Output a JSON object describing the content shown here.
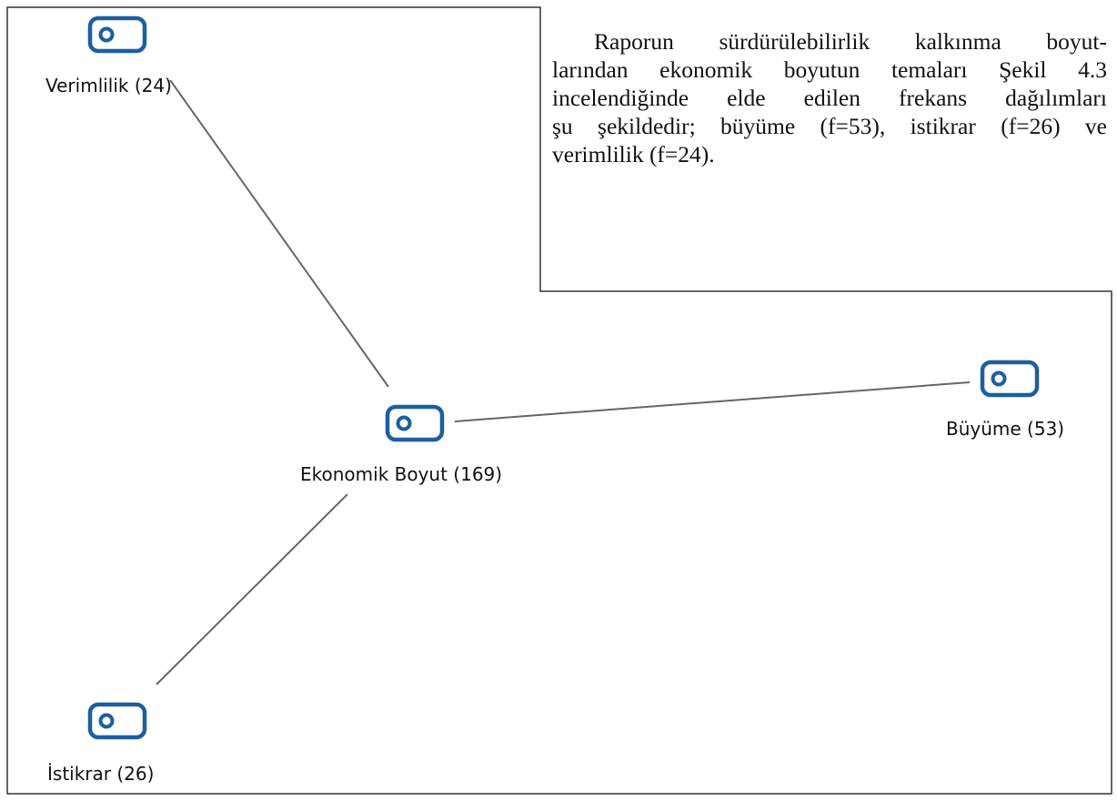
{
  "paragraph": {
    "lines": [
      "Raporun sürdürülebilirlik kalkınma boyut-",
      "larından ekonomik boyutun temaları Şekil 4.3",
      "incelendiğinde elde edilen frekans dağılımları",
      "şu şekildedir; büyüme (f=53), istikrar (f=26) ve",
      "verimlilik (f=24)."
    ]
  },
  "diagram": {
    "center_node": {
      "label": "Ekonomik Boyut (169)",
      "icon": "code-tag-icon"
    },
    "child_nodes": [
      {
        "label": "Verimlilik (24)",
        "icon": "code-tag-icon"
      },
      {
        "label": "Büyüme (53)",
        "icon": "code-tag-icon"
      },
      {
        "label": "İstikrar (26)",
        "icon": "code-tag-icon"
      }
    ],
    "icon_color": "#1d5f9e",
    "edge_color": "#666666",
    "frame_color": "#333333"
  }
}
